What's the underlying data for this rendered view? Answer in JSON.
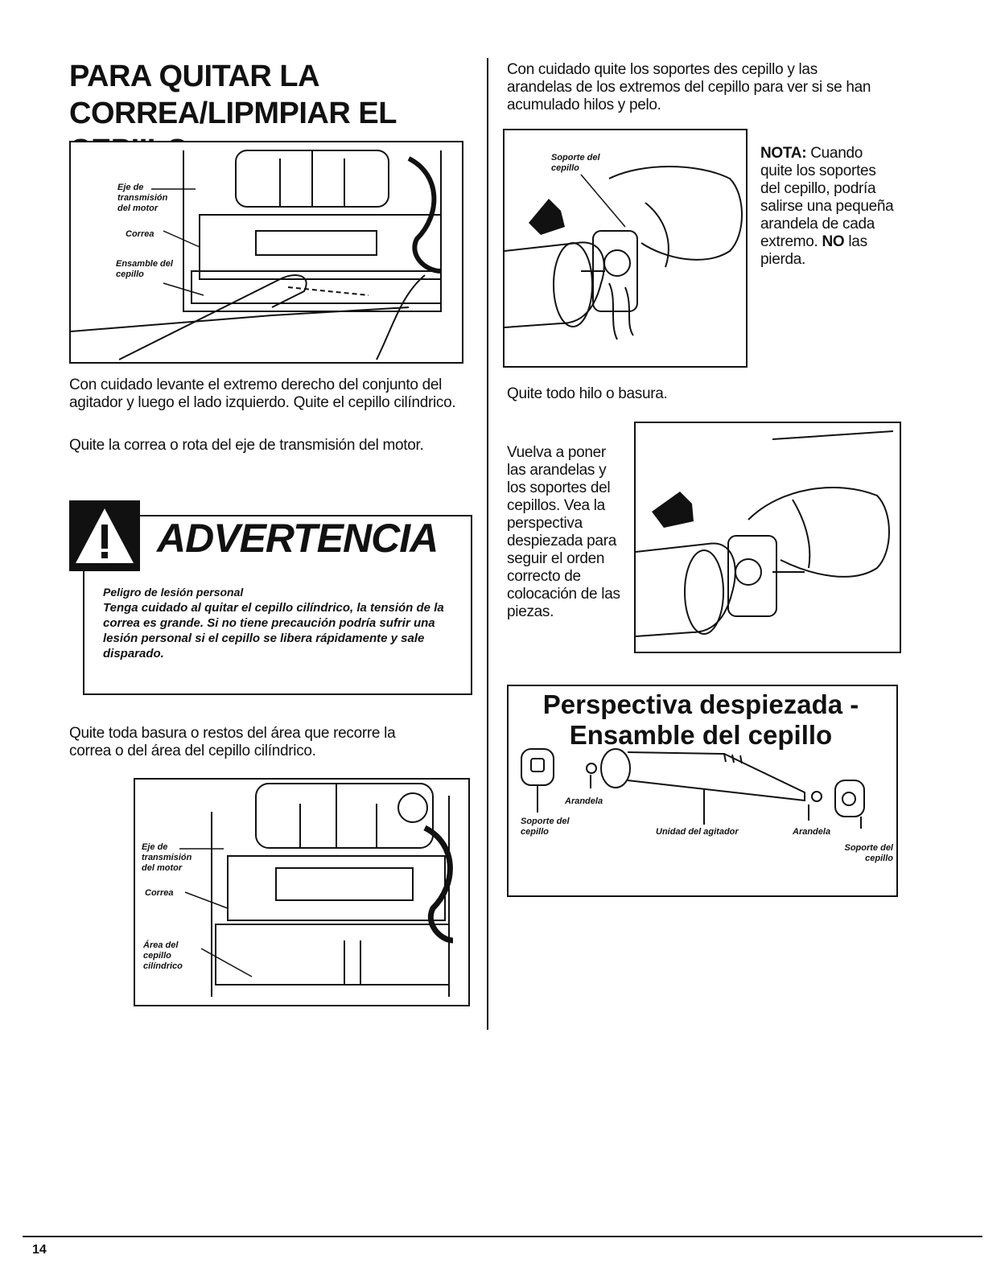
{
  "heading": {
    "line1": "PARA QUITAR LA",
    "line2": "CORREA/LIPMPIAR EL CEPIILO:"
  },
  "left": {
    "fig1_labels": {
      "eje": "Eje de transmisión del motor",
      "correa": "Correa",
      "ensamble": "Ensamble del cepillo"
    },
    "para1": "Con cuidado levante el extremo derecho del conjunto del agitador y luego el lado izquierdo. Quite el cepillo cilíndrico.",
    "para2": "Quite la correa o rota del eje de transmisión del motor.",
    "warning": {
      "icon": "warning-triangle-icon",
      "title": "ADVERTENCIA",
      "subtitle": "Peligro de lesión personal",
      "text": "Tenga cuidado al quitar el cepillo cilíndrico, la tensión de la correa es grande. Si no tiene precaución podría sufrir una lesión personal si el cepillo se libera rápidamente y sale disparado."
    },
    "para3": "Quite toda basura o restos del área que recorre la correa o del área del cepillo cilíndrico.",
    "fig2_labels": {
      "eje": "Eje de transmisión del motor",
      "correa": "Correa",
      "area": "Área del cepillo cilíndrico"
    }
  },
  "right": {
    "intro": "Con cuidado quite los soportes des cepillo y las arandelas de los extremos del cepillo para ver si se han acumulado hilos y pelo.",
    "fig3_label": "Soporte del cepillo",
    "nota_label": "NOTA:",
    "nota_text": "Cuando quite los soportes del cepillo, podría salirse una pequeña arandela de cada extremo.",
    "nota_no": "NO",
    "nota_end": "las pierda.",
    "para_hilo": "Quite todo hilo o basura.",
    "para_vuelva": "Vuelva a poner las arandelas y los soportes del cepillos. Vea la perspectiva despiezada para seguir el orden correcto de colocación de las piezas.",
    "exploded": {
      "title_line1": "Perspectiva despiezada -",
      "title_line2": "Ensamble del cepillo",
      "label_arandela1": "Arandela",
      "label_soporte1": "Soporte del cepillo",
      "label_unidad": "Unidad del agitador",
      "label_arandela2": "Arandela",
      "label_soporte2": "Soporte del cepillo"
    }
  },
  "footer": {
    "page_number": "14"
  }
}
